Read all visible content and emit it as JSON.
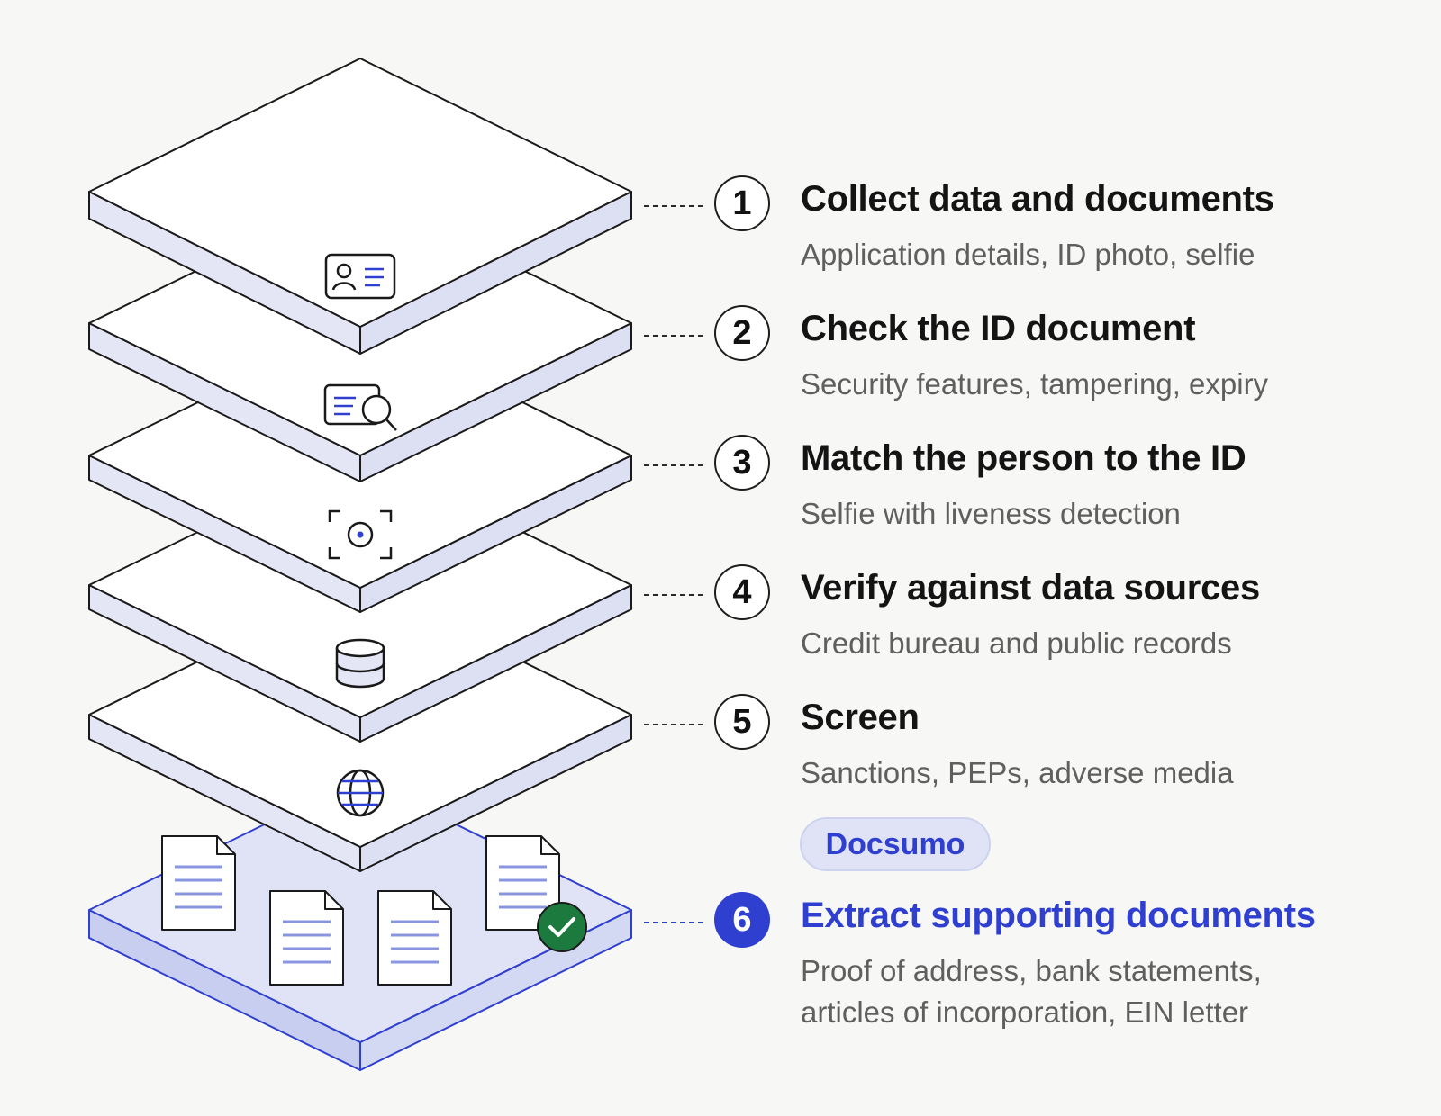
{
  "steps": [
    {
      "number": "1",
      "title": "Collect data and documents",
      "description": "Application details, ID photo, selfie",
      "icon": "id-card-icon"
    },
    {
      "number": "2",
      "title": "Check the ID document",
      "description": "Security features, tampering, expiry",
      "icon": "document-search-icon"
    },
    {
      "number": "3",
      "title": "Match the person to the ID",
      "description": "Selfie with liveness detection",
      "icon": "face-scan-icon"
    },
    {
      "number": "4",
      "title": "Verify against data sources",
      "description": "Credit bureau and public records",
      "icon": "database-icon"
    },
    {
      "number": "5",
      "title": "Screen",
      "description": "Sanctions, PEPs, adverse media",
      "icon": "globe-icon"
    },
    {
      "number": "6",
      "title": "Extract supporting documents",
      "description": "Proof of address, bank statements, articles of incorporation, EIN letter",
      "icon": "document-icon"
    }
  ],
  "highlight_tag": "Docsumo",
  "colors": {
    "accent": "#2f3fd0",
    "highlight_tint": "#dfe3f5",
    "layer_side": "#e4e6f6",
    "check": "#1c7a3e"
  }
}
